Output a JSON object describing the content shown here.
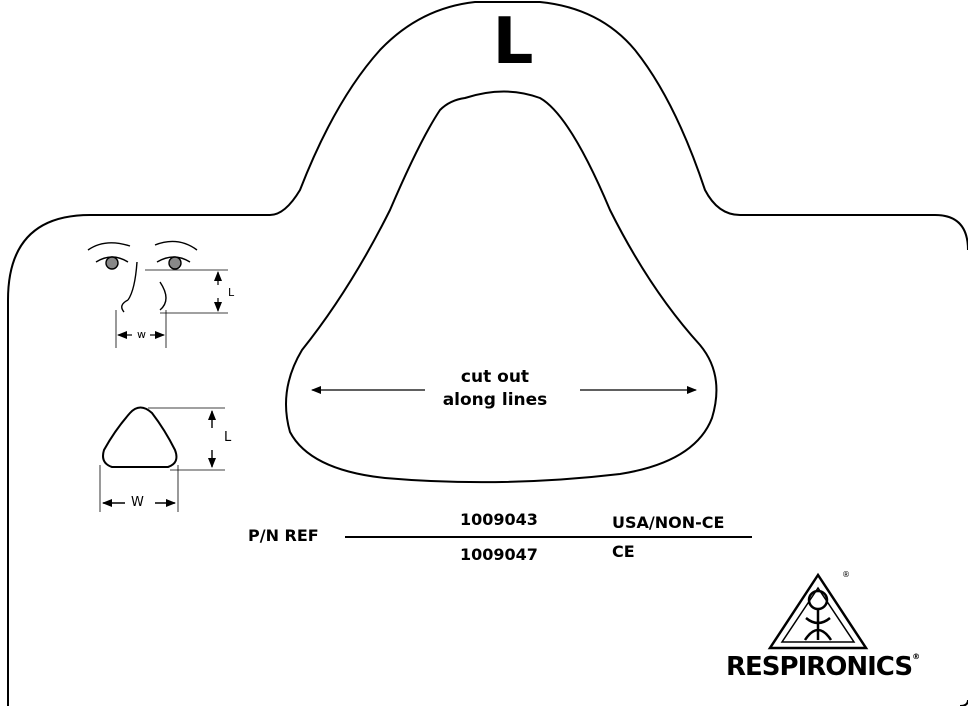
{
  "size_label": "L",
  "instruction": {
    "line1": "cut out",
    "line2": "along lines"
  },
  "part_numbers": {
    "label": "P/N REF",
    "rows": [
      {
        "number": "1009043",
        "region": "USA/NON-CE"
      },
      {
        "number": "1009047",
        "region": "CE"
      }
    ]
  },
  "figures": {
    "width_label": "W",
    "length_label": "L",
    "face_width_label": "w",
    "face_length_label": "L"
  },
  "brand": {
    "name": "RESPIRONICS",
    "registered_mark": "®"
  },
  "icons": [
    "face-measurement-icon",
    "triangle-measurement-icon",
    "respironics-logo-icon"
  ],
  "colors": {
    "line": "#000000",
    "background": "#ffffff"
  }
}
